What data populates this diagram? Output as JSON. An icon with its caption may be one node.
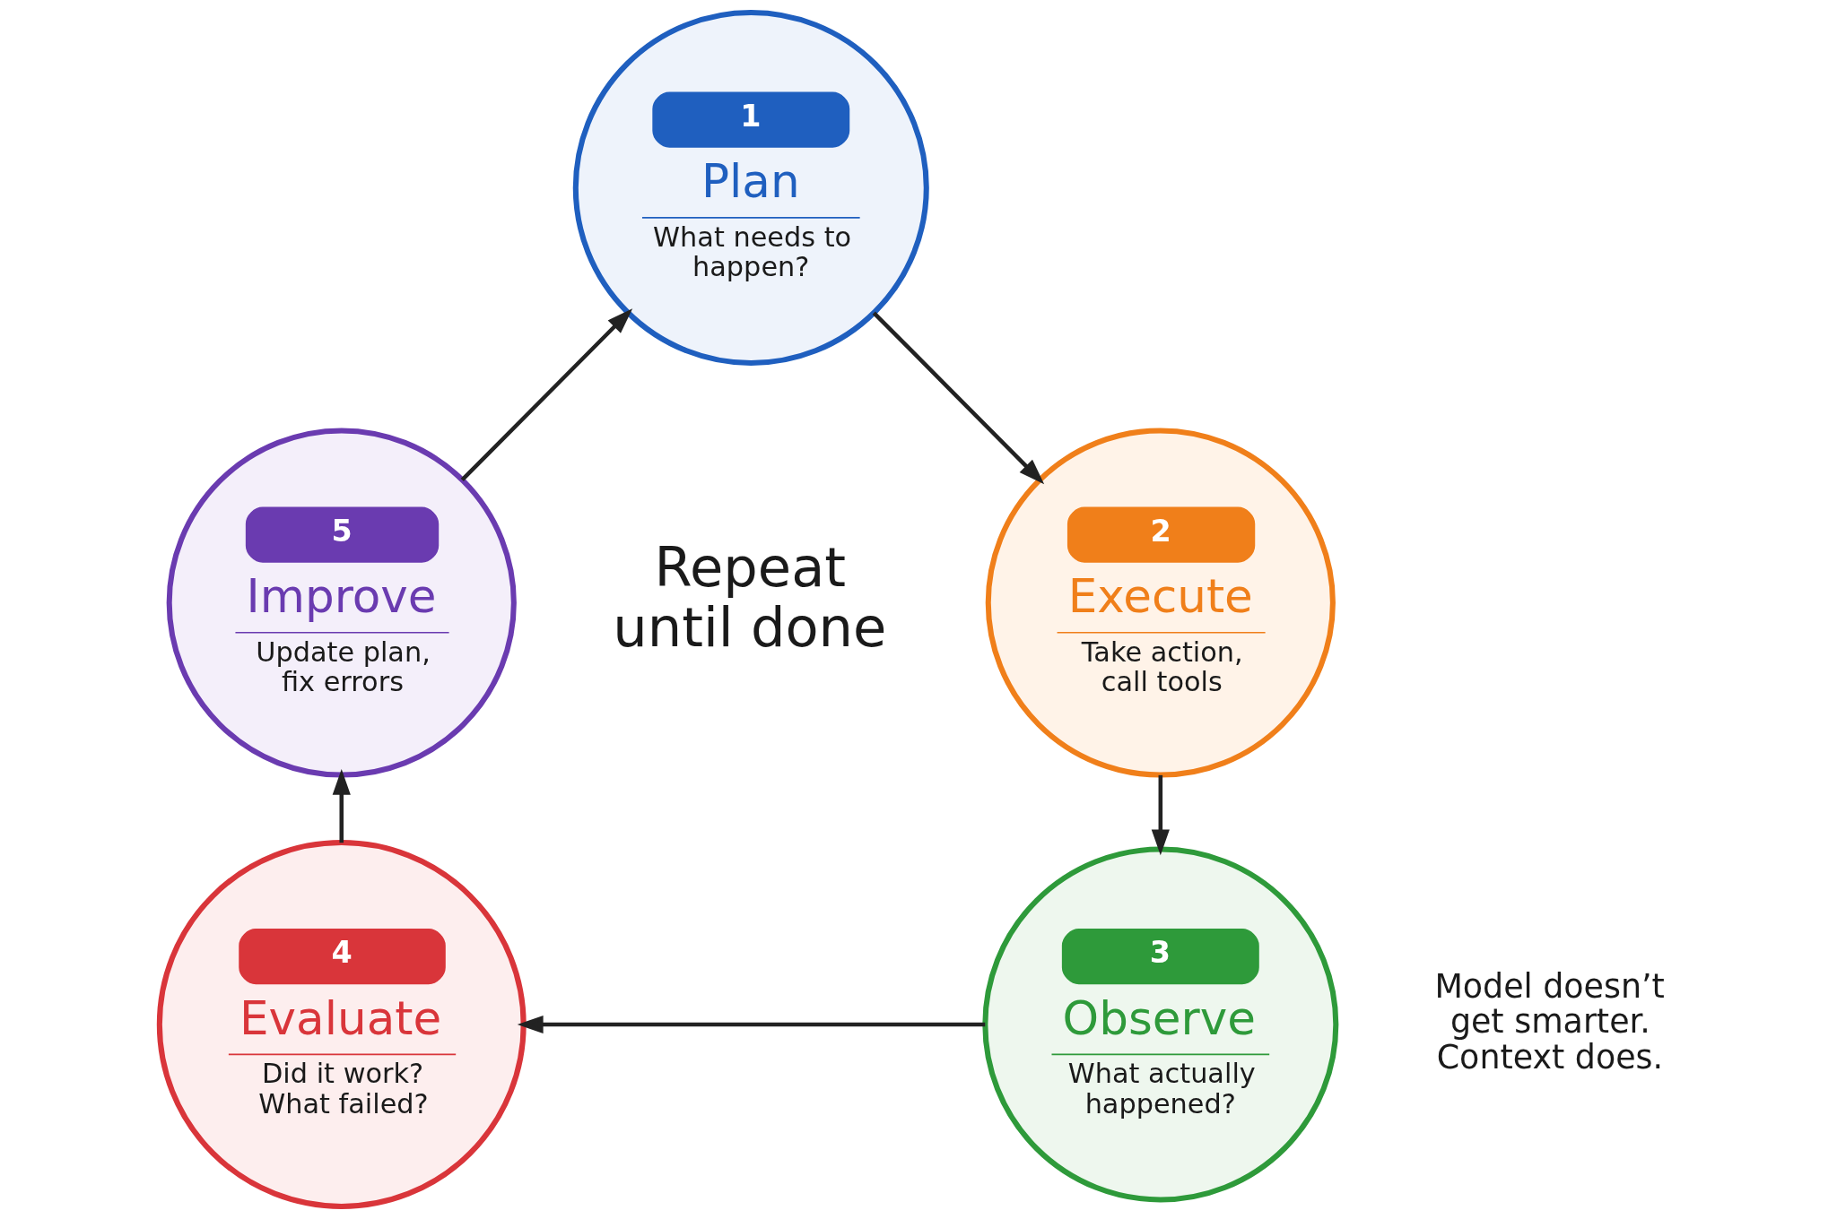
{
  "diagram": {
    "nodes": [
      {
        "text": [
          "1",
          "Plan",
          "What needs to happen?"
        ]
      },
      {
        "text": [
          "2",
          "Execute",
          "Take action, call tools"
        ]
      },
      {
        "text": [
          "3",
          "Observe",
          "What actually happened?"
        ]
      },
      {
        "text": [
          "4",
          "Evaluate",
          "Did it work? What failed?"
        ]
      },
      {
        "text": [
          "5",
          "Improve",
          "Update plan, fix errors"
        ]
      }
    ],
    "edges": [
      {
        "from": 0,
        "to": 1,
        "arrow": "to"
      },
      {
        "from": 1,
        "to": 2,
        "arrow": "to"
      },
      {
        "from": 2,
        "to": 3,
        "arrow": "to"
      },
      {
        "from": 3,
        "to": 4,
        "arrow": "to"
      },
      {
        "from": 4,
        "to": 0,
        "arrow": "to"
      }
    ],
    "labels": [
      "Repeat until done",
      "Model doesn’t get smarter. Context does."
    ]
  }
}
